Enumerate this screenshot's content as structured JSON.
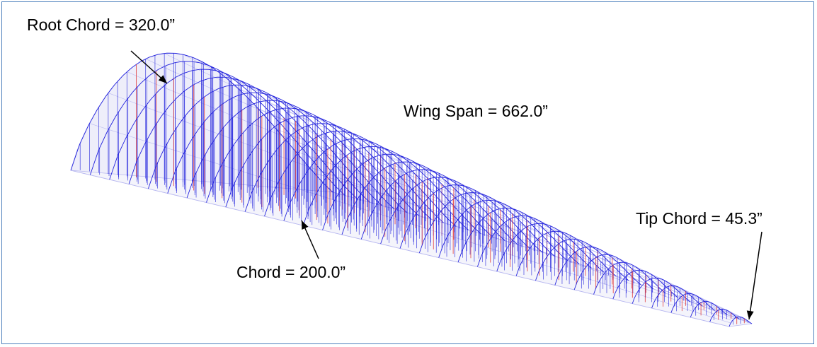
{
  "labels": {
    "root_chord": "Root Chord = 320.0”",
    "wing_span": "Wing Span = 662.0”",
    "chord": "Chord = 200.0”",
    "tip_chord": "Tip Chord = 45.3”"
  },
  "colors": {
    "frame_border": "#4f81bd",
    "rib_blue": "#2222dd",
    "spar_red": "#e03030",
    "skin_blue": "#b8b8f0",
    "skin_fill": "#eeeefa",
    "arrow": "#000000"
  }
}
